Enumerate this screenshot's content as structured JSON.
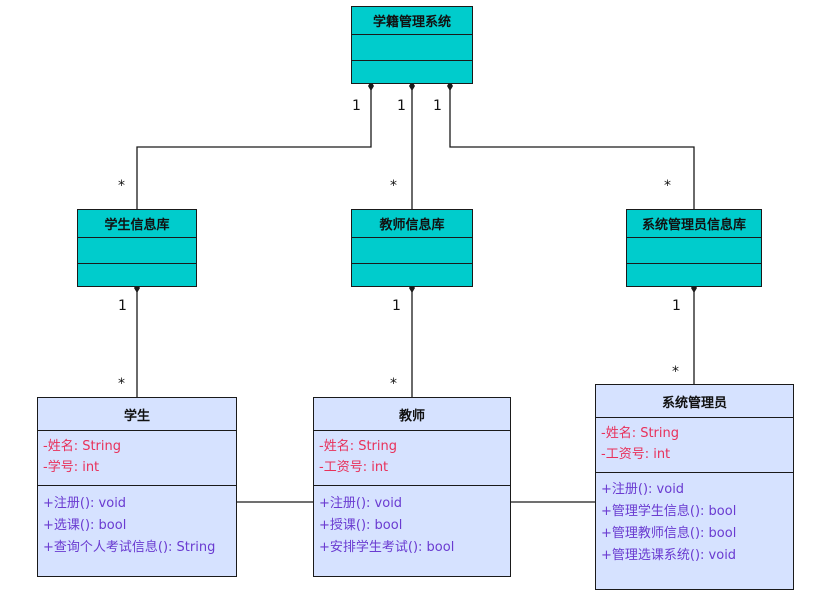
{
  "system": {
    "name": "学籍管理系统"
  },
  "repositories": [
    {
      "name": "学生信息库"
    },
    {
      "name": "教师信息库"
    },
    {
      "name": "系统管理员信息库"
    }
  ],
  "classes": [
    {
      "name": "学生",
      "attributes": [
        "-姓名: String",
        "-学号: int"
      ],
      "operations": [
        "+注册(): void",
        "+选课(): bool",
        "+查询个人考试信息(): String"
      ]
    },
    {
      "name": "教师",
      "attributes": [
        "-姓名: String",
        "-工资号: int"
      ],
      "operations": [
        "+注册(): void",
        "+授课(): bool",
        "+安排学生考试(): bool"
      ]
    },
    {
      "name": "系统管理员",
      "attributes": [
        "-姓名: String",
        "-工资号: int"
      ],
      "operations": [
        "+注册(): void",
        "+管理学生信息(): bool",
        "+管理教师信息(): bool",
        "+管理选课系统(): void"
      ]
    }
  ],
  "multiplicities": {
    "sys_student_one": "1",
    "sys_teacher_one": "1",
    "sys_admin_one": "1",
    "sys_student_many": "*",
    "sys_teacher_many": "*",
    "sys_admin_many": "*",
    "repo_student_one": "1",
    "repo_teacher_one": "1",
    "repo_admin_one": "1",
    "repo_student_many": "*",
    "repo_teacher_many": "*",
    "repo_admin_many": "*"
  },
  "colors": {
    "container": "#00cccc",
    "class_fill": "#d6e2ff",
    "attribute_text": "#e8305a",
    "operation_text": "#6a3bd1"
  }
}
